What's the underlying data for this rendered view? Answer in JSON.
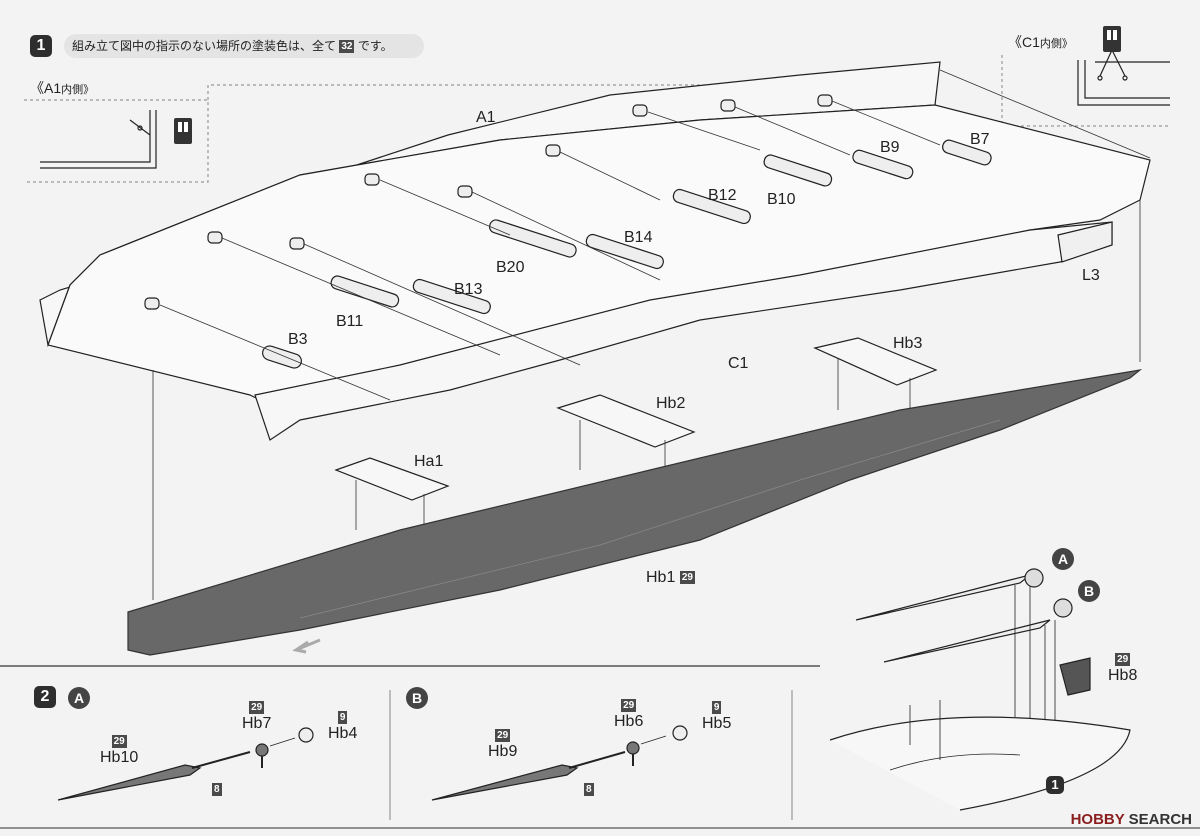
{
  "header": {
    "step_number": "1",
    "instruction": "組み立て図中の指示のない場所の塗装色は、全て",
    "instruction_color_code": "32",
    "instruction_suffix": "です。"
  },
  "inset_a1": {
    "title": "《A1",
    "title_suffix": "内側》"
  },
  "inset_c1": {
    "title": "《C1",
    "title_suffix": "内側》"
  },
  "parts": {
    "a1": "A1",
    "c1": "C1",
    "l3": "L3",
    "b3": "B3",
    "b7": "B7",
    "b9": "B9",
    "b10": "B10",
    "b11": "B11",
    "b12": "B12",
    "b13": "B13",
    "b14": "B14",
    "b20": "B20",
    "ha1": "Ha1",
    "hb1": "Hb1",
    "hb1_color": "29",
    "hb2": "Hb2",
    "hb3": "Hb3",
    "hb8": "Hb8",
    "hb8_color": "29"
  },
  "detail": {
    "label_a": "A",
    "label_b": "B",
    "step_ref": "1"
  },
  "step2": {
    "step_number": "2",
    "group_a": {
      "marker": "A",
      "hb10": "Hb10",
      "hb10_color": "29",
      "hb7": "Hb7",
      "hb7_color": "29",
      "hb4": "Hb4",
      "hb4_color": "9",
      "shaft_color": "8"
    },
    "group_b": {
      "marker": "B",
      "hb9": "Hb9",
      "hb9_color": "29",
      "hb6": "Hb6",
      "hb6_color": "29",
      "hb5": "Hb5",
      "hb5_color": "9",
      "shaft_color": "8"
    }
  },
  "watermark": {
    "prefix": "HOBBY",
    "suffix": "SEARCH"
  }
}
